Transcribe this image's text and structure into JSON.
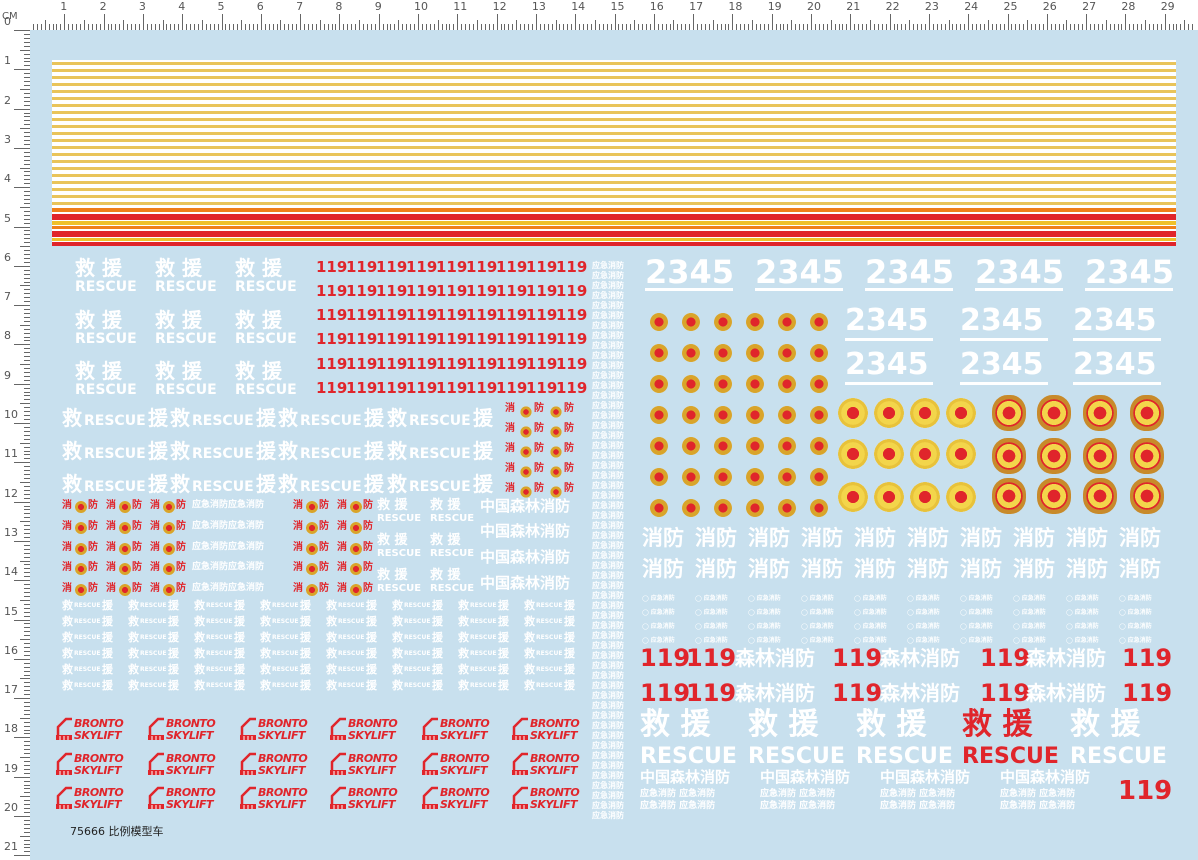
{
  "ruler": {
    "unit": "CM",
    "top": [
      "0",
      "1",
      "2",
      "3",
      "4",
      "5",
      "6",
      "7",
      "8",
      "9",
      "10",
      "11",
      "12",
      "13",
      "14",
      "15",
      "16",
      "17",
      "18",
      "19",
      "20",
      "21",
      "22",
      "23",
      "24",
      "25",
      "26",
      "27",
      "28",
      "29"
    ],
    "left": [
      "0",
      "1",
      "2",
      "3",
      "4",
      "5",
      "6",
      "7",
      "8",
      "9",
      "10",
      "11",
      "12",
      "13",
      "14",
      "15",
      "16",
      "17",
      "18",
      "19",
      "20",
      "21"
    ]
  },
  "footer": {
    "code": "75666 比例模型车"
  },
  "texts": {
    "jiu": "救",
    "yuan": "援",
    "rescue": "RESCUE",
    "n119": "119",
    "xiao": "消",
    "fang": "防",
    "xiaofang": "消防",
    "n2345": "2345",
    "forest_fire": "森林消防",
    "china_forest": "中国森林消防",
    "emergency": "应急消防",
    "bronto": "BRONTO",
    "skylift": "SKYLIFT"
  },
  "colors": {
    "background": "#c8e0ee",
    "white": "#ffffff",
    "red": "#e0252b",
    "gold": "#f1cf5a"
  }
}
